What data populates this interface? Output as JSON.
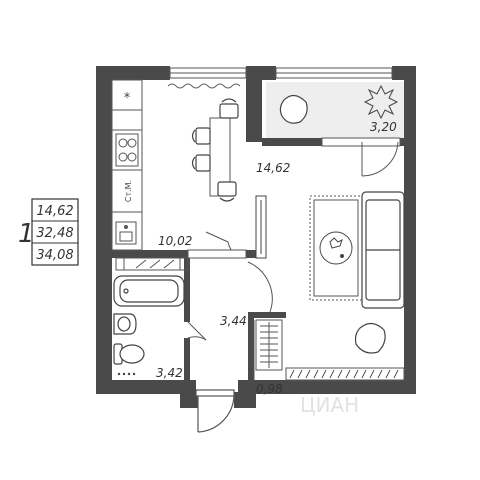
{
  "apartment": {
    "number": "1",
    "summary": [
      "14,62",
      "32,48",
      "34,08"
    ]
  },
  "rooms": {
    "living": "14,62",
    "kitchen": "10,02",
    "balcony": "3,20",
    "hall": "3,44",
    "bath": "3,42",
    "closet": "0,98"
  },
  "fixtures": {
    "stove_label": "Ст.М.",
    "fridge_mark": "*"
  },
  "watermark": "ЦИАН",
  "colors": {
    "wall": "#4a4a4a",
    "balcony_fill": "#efefef",
    "line": "#555555"
  }
}
